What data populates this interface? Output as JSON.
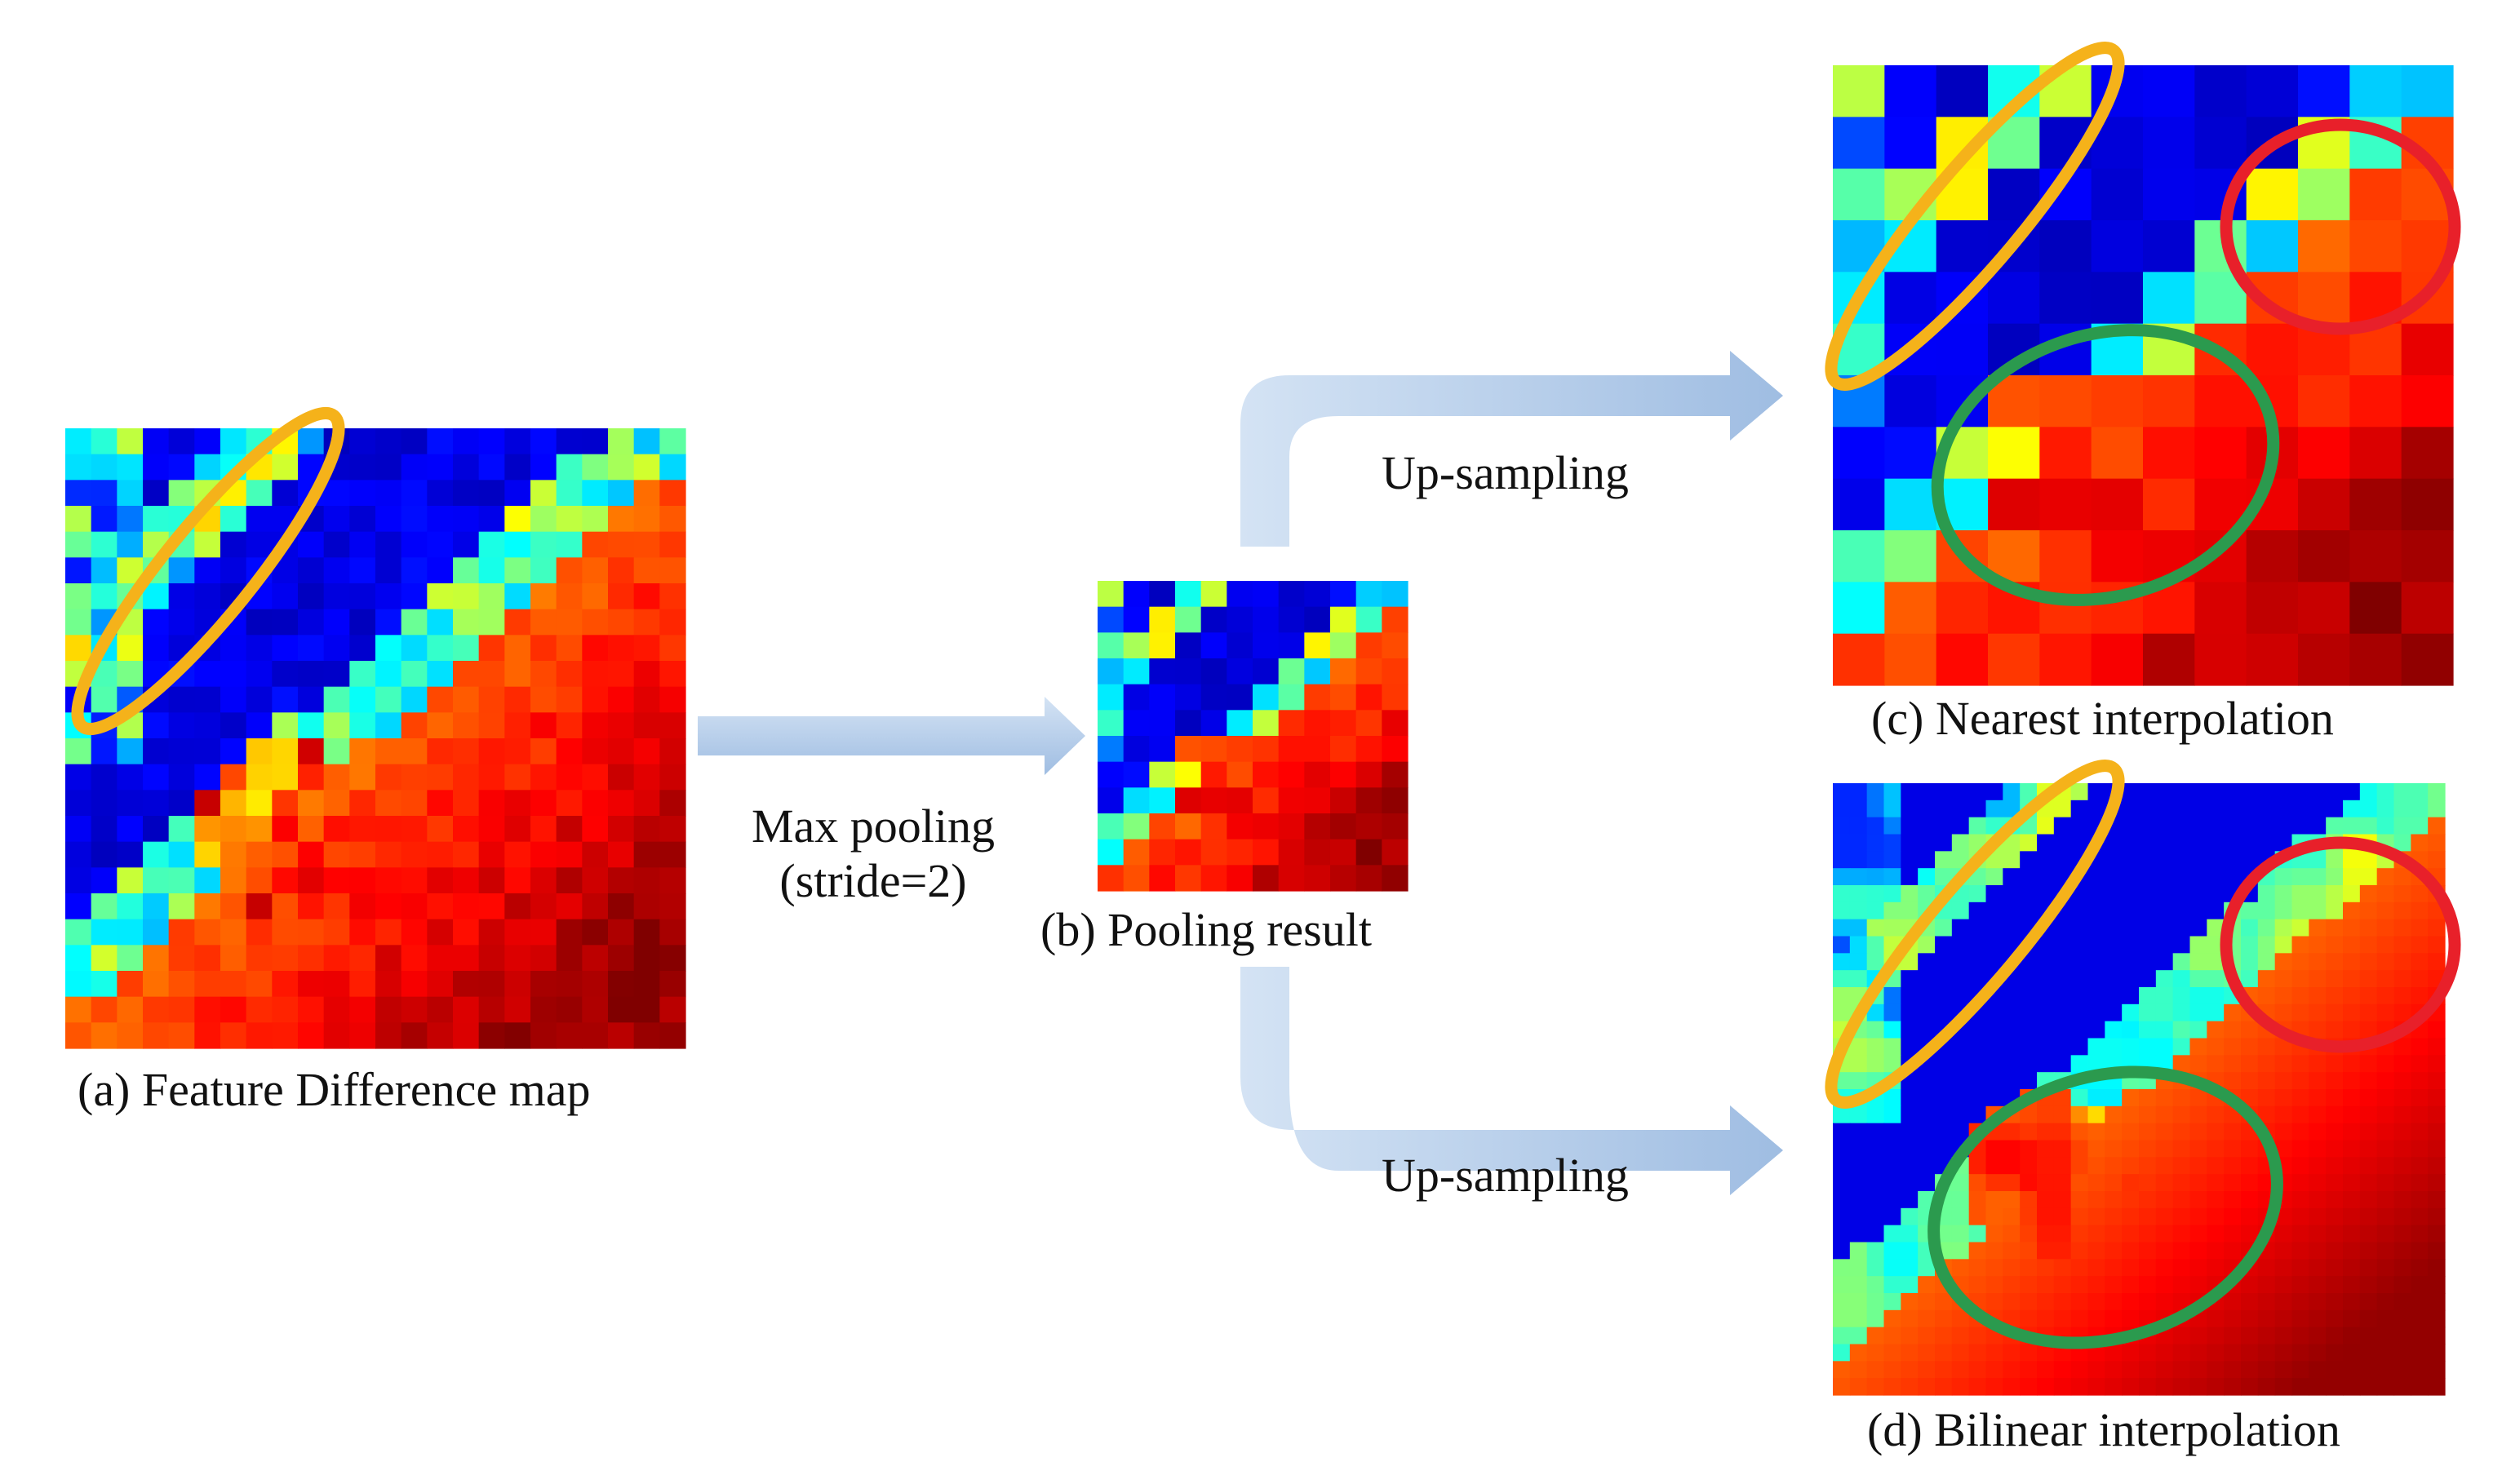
{
  "panels": {
    "a": {
      "caption": "(a) Feature Difference map",
      "grid": 24,
      "kind": "raw"
    },
    "b": {
      "caption": "(b) Pooling result",
      "grid": 12,
      "kind": "pooled"
    },
    "c": {
      "caption": "(c) Nearest interpolation",
      "grid": 12,
      "kind": "nearest"
    },
    "d": {
      "caption": "(d) Bilinear interpolation",
      "grid": 36,
      "kind": "bilinear"
    }
  },
  "arrows": {
    "max_pooling": {
      "line1": "Max pooling",
      "line2": "(stride=2)"
    },
    "upsample_top": {
      "label": "Up-sampling"
    },
    "upsample_bottom": {
      "label": "Up-sampling"
    }
  },
  "colors": {
    "arrow_light": "#d4e3f4",
    "arrow_dark": "#9fbde2",
    "highlight_orange": "#f5b21a",
    "highlight_green": "#2b9a4e",
    "highlight_red": "#e8202a"
  }
}
